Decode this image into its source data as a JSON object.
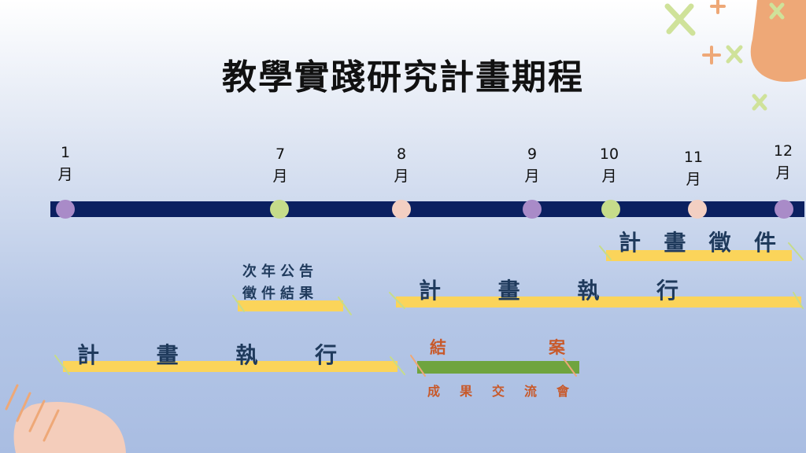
{
  "title": "教學實踐研究計畫期程",
  "months": [
    {
      "num": "1",
      "unit": "月"
    },
    {
      "num": "7",
      "unit": "月"
    },
    {
      "num": "8",
      "unit": "月"
    },
    {
      "num": "9",
      "unit": "月"
    },
    {
      "num": "10",
      "unit": "月"
    },
    {
      "num": "11",
      "unit": "月"
    },
    {
      "num": "12",
      "unit": "月"
    }
  ],
  "labels": {
    "plan_execute_1": [
      "計",
      "畫",
      "執",
      "行"
    ],
    "announce_line1": "次年公告",
    "announce_line2": "徵件結果",
    "plan_execute_2": [
      "計",
      "畫",
      "執",
      "行"
    ],
    "plan_solicit": [
      "計",
      "畫",
      "徵",
      "件"
    ],
    "close_case": [
      "結",
      "案"
    ],
    "results_meeting": [
      "成",
      "果",
      "交",
      "流",
      "會"
    ]
  },
  "colors": {
    "timeline": "#0b2060",
    "highlight": "#fbd45a",
    "label_blue": "#1f3a5c",
    "label_orange": "#c8592a",
    "close_bar": "#6fa43e",
    "dot_purple": "#a98bc8",
    "dot_green": "#c6dc8a",
    "dot_pink": "#f3cfc2"
  }
}
